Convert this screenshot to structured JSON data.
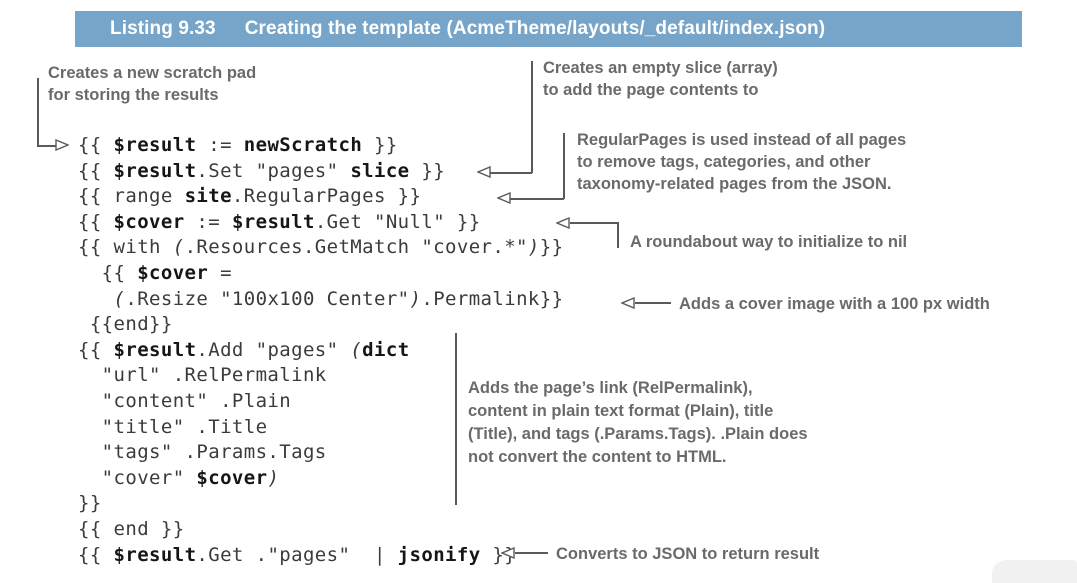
{
  "header": {
    "label": "Listing 9.33",
    "title": "Creating the template (AcmeTheme/layouts/_default/index.json)",
    "bar_color": "#76a5c9"
  },
  "colors": {
    "annotation_text": "#6a6a6a",
    "code_text": "#3b3b3b",
    "code_bold": "#161616",
    "connector": "#5a5a5a"
  },
  "code_lines": [
    [
      [
        "n",
        "{{ "
      ],
      [
        "b",
        "$result"
      ],
      [
        "n",
        " := "
      ],
      [
        "b",
        "newScratch"
      ],
      [
        "n",
        " }}"
      ]
    ],
    [
      [
        "n",
        "{{ "
      ],
      [
        "b",
        "$result"
      ],
      [
        "n",
        ".Set \"pages\" "
      ],
      [
        "b",
        "slice"
      ],
      [
        "n",
        " }}"
      ]
    ],
    [
      [
        "n",
        "{{ range "
      ],
      [
        "b",
        "site"
      ],
      [
        "n",
        ".RegularPages }}"
      ]
    ],
    [
      [
        "n",
        "{{ "
      ],
      [
        "b",
        "$cover"
      ],
      [
        "n",
        " := "
      ],
      [
        "b",
        "$result"
      ],
      [
        "n",
        ".Get \"Null\" }}"
      ]
    ],
    [
      [
        "n",
        "{{ with "
      ],
      [
        "i",
        "("
      ],
      [
        "n",
        ".Resources.GetMatch \"cover.*\""
      ],
      [
        "i",
        ")"
      ],
      [
        "n",
        "}}"
      ]
    ],
    [
      [
        "n",
        "  {{ "
      ],
      [
        "b",
        "$cover"
      ],
      [
        "n",
        " ="
      ]
    ],
    [
      [
        "n",
        "   "
      ],
      [
        "i",
        "("
      ],
      [
        "n",
        ".Resize \"100x100 Center\""
      ],
      [
        "i",
        ")"
      ],
      [
        "n",
        ".Permalink}}"
      ]
    ],
    [
      [
        "n",
        " {{end}}"
      ]
    ],
    [
      [
        "n",
        "{{ "
      ],
      [
        "b",
        "$result"
      ],
      [
        "n",
        ".Add \"pages\" "
      ],
      [
        "i",
        "("
      ],
      [
        "b",
        "dict"
      ]
    ],
    [
      [
        "n",
        "  \"url\" .RelPermalink"
      ]
    ],
    [
      [
        "n",
        "  \"content\" .Plain"
      ]
    ],
    [
      [
        "n",
        "  \"title\" .Title"
      ]
    ],
    [
      [
        "n",
        "  \"tags\" .Params.Tags"
      ]
    ],
    [
      [
        "n",
        "  \"cover\" "
      ],
      [
        "b",
        "$cover"
      ],
      [
        "i",
        ")"
      ]
    ],
    [
      [
        "n",
        "}}"
      ]
    ],
    [
      [
        "n",
        "{{ end }}"
      ]
    ],
    [
      [
        "n",
        "{{ "
      ],
      [
        "b",
        "$result"
      ],
      [
        "n",
        ".Get .\"pages\"  | "
      ],
      [
        "b",
        "jsonify"
      ],
      [
        "n",
        " }}"
      ]
    ]
  ],
  "annotations": {
    "scratch_pad": {
      "lines": [
        "Creates a new scratch pad",
        "for storing the results"
      ]
    },
    "empty_slice": {
      "lines": [
        "Creates an empty slice (array)",
        "to add the page contents to"
      ]
    },
    "regular_pages": {
      "lines": [
        "RegularPages is used instead of all pages",
        "to remove tags, categories, and other",
        "taxonomy-related pages from the JSON."
      ]
    },
    "roundabout": {
      "lines": [
        "A roundabout way to initialize to nil"
      ]
    },
    "cover_image": {
      "lines": [
        "Adds a cover image with a 100 px width"
      ]
    },
    "adds_page_link": {
      "lines": [
        "Adds the page’s link (RelPermalink),",
        "content in plain text format (Plain), title",
        "(Title), and tags (.Params.Tags). .Plain does",
        "not convert the content to HTML."
      ]
    },
    "converts_json": {
      "lines": [
        "Converts to JSON to return result"
      ]
    }
  }
}
